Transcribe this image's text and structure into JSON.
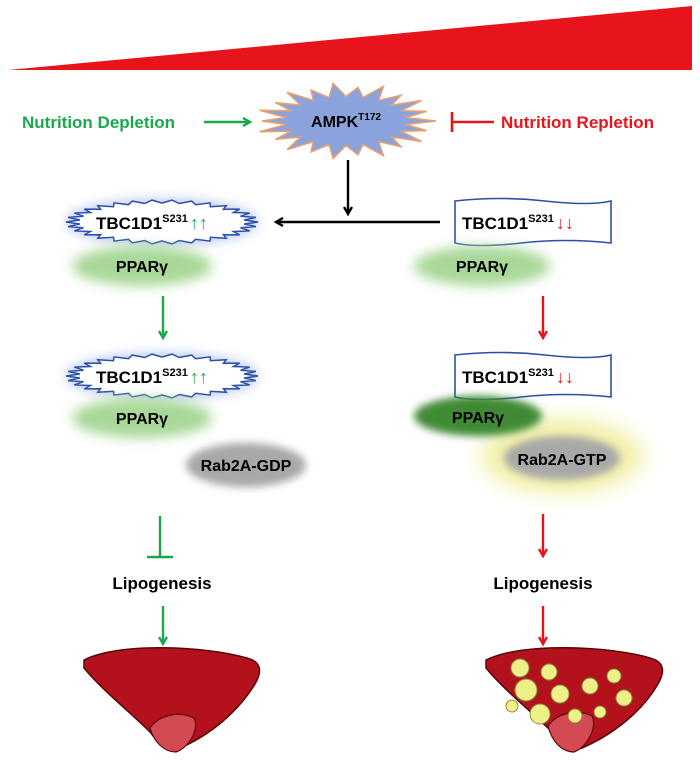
{
  "ampk": {
    "name": "AMPK",
    "site": "T172"
  },
  "left_input": "Nutrition Depletion",
  "right_input": "Nutrition Repletion",
  "tbc": {
    "name": "TBC1D1",
    "site": "S231",
    "up_arrows": "↑↑",
    "down_arrows": "↓↓"
  },
  "ppar": "PPARγ",
  "rab_gdp": "Rab2A-GDP",
  "rab_gtp": "Rab2A-GTP",
  "outcome": "Lipogenesis",
  "colors": {
    "green": "#1aa84a",
    "red": "#e8141c",
    "black": "#000000",
    "ampk_fill": "#8aa3dc",
    "ampk_stroke": "#e8a070",
    "ppar_light": "#a8d898",
    "ppar_dark": "#3f8a34",
    "rab_grey": "#a8a8a8",
    "glow_yellow": "#f2f0a8",
    "liver": "#b3111b",
    "liver_dark": "#7a0a10",
    "fat": "#f0f08a"
  },
  "icons": [
    "gradient-wedge",
    "ampk-starburst",
    "tbc1d1-starburst",
    "tbc1d1-flag",
    "liver-healthy",
    "liver-fatty"
  ]
}
